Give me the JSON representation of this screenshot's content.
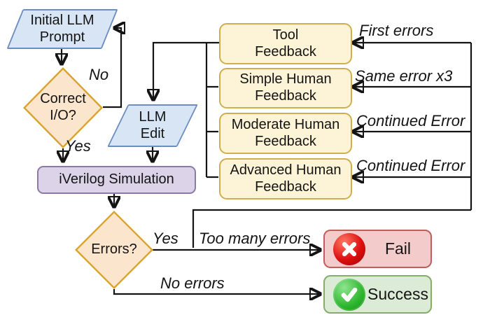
{
  "diagram": {
    "title": "LLM Verilog generation feedback flowchart",
    "nodes": {
      "initial_prompt": {
        "label": "Initial LLM\nPrompt",
        "shape": "parallelogram"
      },
      "correct_io": {
        "label": "Correct\nI/O?",
        "shape": "diamond"
      },
      "llm_edit": {
        "label": "LLM\nEdit",
        "shape": "parallelogram"
      },
      "iverilog": {
        "label": "iVerilog Simulation",
        "shape": "rounded-rect"
      },
      "errors": {
        "label": "Errors?",
        "shape": "diamond"
      },
      "tool_feedback": {
        "label": "Tool\nFeedback",
        "shape": "rounded-rect"
      },
      "simple_feedback": {
        "label": "Simple Human\nFeedback",
        "shape": "rounded-rect"
      },
      "moderate_feedback": {
        "label": "Moderate Human\nFeedback",
        "shape": "rounded-rect"
      },
      "advanced_feedback": {
        "label": "Advanced Human\nFeedback",
        "shape": "rounded-rect"
      },
      "fail": {
        "label": "Fail",
        "icon": "x-circle-icon"
      },
      "success": {
        "label": "Success",
        "icon": "check-circle-icon"
      }
    },
    "edge_labels": {
      "no": "No",
      "yes_io": "Yes",
      "first_errors": "First errors",
      "same_error_x3": "Same error x3",
      "continued_error_1": "Continued Error",
      "continued_error_2": "Continued Error",
      "yes_errors": "Yes",
      "too_many_errors": "Too many errors",
      "no_errors": "No errors"
    },
    "colors": {
      "node_blue_fill": "#d7e5f4",
      "node_blue_border": "#6c8ebf",
      "decision_fill": "#fce5cd",
      "decision_border": "#d9a42c",
      "feedback_fill": "#fdf4d7",
      "feedback_border": "#cfae4e",
      "sim_fill": "#ddd3e9",
      "sim_border": "#8a7ba5",
      "fail_fill": "#f3cbca",
      "fail_border": "#bf5e5a",
      "success_fill": "#dcebd6",
      "success_border": "#83ae66",
      "fail_icon": "#dd0f0f",
      "success_icon": "#2db52d",
      "connector": "#141414",
      "label_text": "#141414"
    }
  }
}
